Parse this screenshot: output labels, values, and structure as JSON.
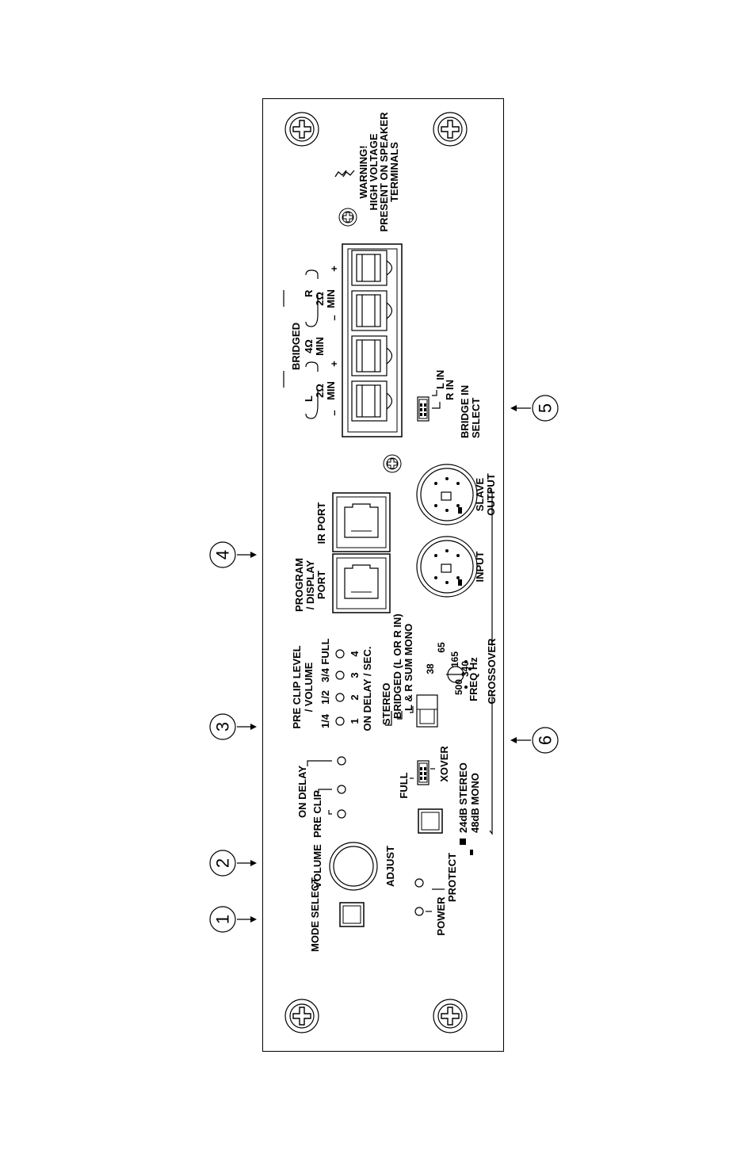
{
  "panel": {
    "mode_select": "MODE SELECT",
    "power": "POWER",
    "protect": "PROTECT",
    "volume": "VOLUME",
    "adjust": "ADJUST",
    "pre_clip": "PRE CLIP",
    "on_delay": "ON DELAY",
    "stereo_24": "24dB STEREO",
    "mono_48": "48dB MONO",
    "full": "FULL",
    "xover": "XOVER",
    "crossover": "CROSSOVER",
    "pre_clip_level": "PRE CLIP LEVEL",
    "slash_volume": "/ VOLUME",
    "level_fracs": [
      "1/4",
      "1/2",
      "3/4",
      "FULL"
    ],
    "level_nums": [
      "1",
      "2",
      "3",
      "4"
    ],
    "on_delay_sec": "ON DELAY / SEC.",
    "stereo": "STEREO",
    "bridged_in": "BRIDGED (L OR R IN)",
    "lr_sum_mono": "L & R SUM MONO",
    "freq_values": [
      "38",
      "65",
      "165",
      "340",
      "500"
    ],
    "freq_hz": "FREQ Hz",
    "program_display_port": [
      "PROGRAM",
      "/ DISPLAY",
      "PORT"
    ],
    "ir_port": "IR PORT",
    "input": "INPUT",
    "slave_output": [
      "SLAVE",
      "OUTPUT"
    ],
    "bridge_in_select": [
      "BRIDGE IN",
      "SELECT"
    ],
    "l_in": "L IN",
    "r_in": "R IN",
    "l": "L",
    "r": "R",
    "bridged": "BRIDGED",
    "two_ohm_min": [
      "2Ω",
      "MIN"
    ],
    "four_ohm_min": [
      "4Ω",
      "MIN"
    ],
    "minus": "–",
    "plus": "+",
    "warning": [
      "WARNING!",
      "HIGH VOLTAGE",
      "PRESENT ON SPEAKER",
      "TERMINALS"
    ]
  },
  "callouts": [
    "1",
    "2",
    "3",
    "4",
    "5",
    "6"
  ]
}
